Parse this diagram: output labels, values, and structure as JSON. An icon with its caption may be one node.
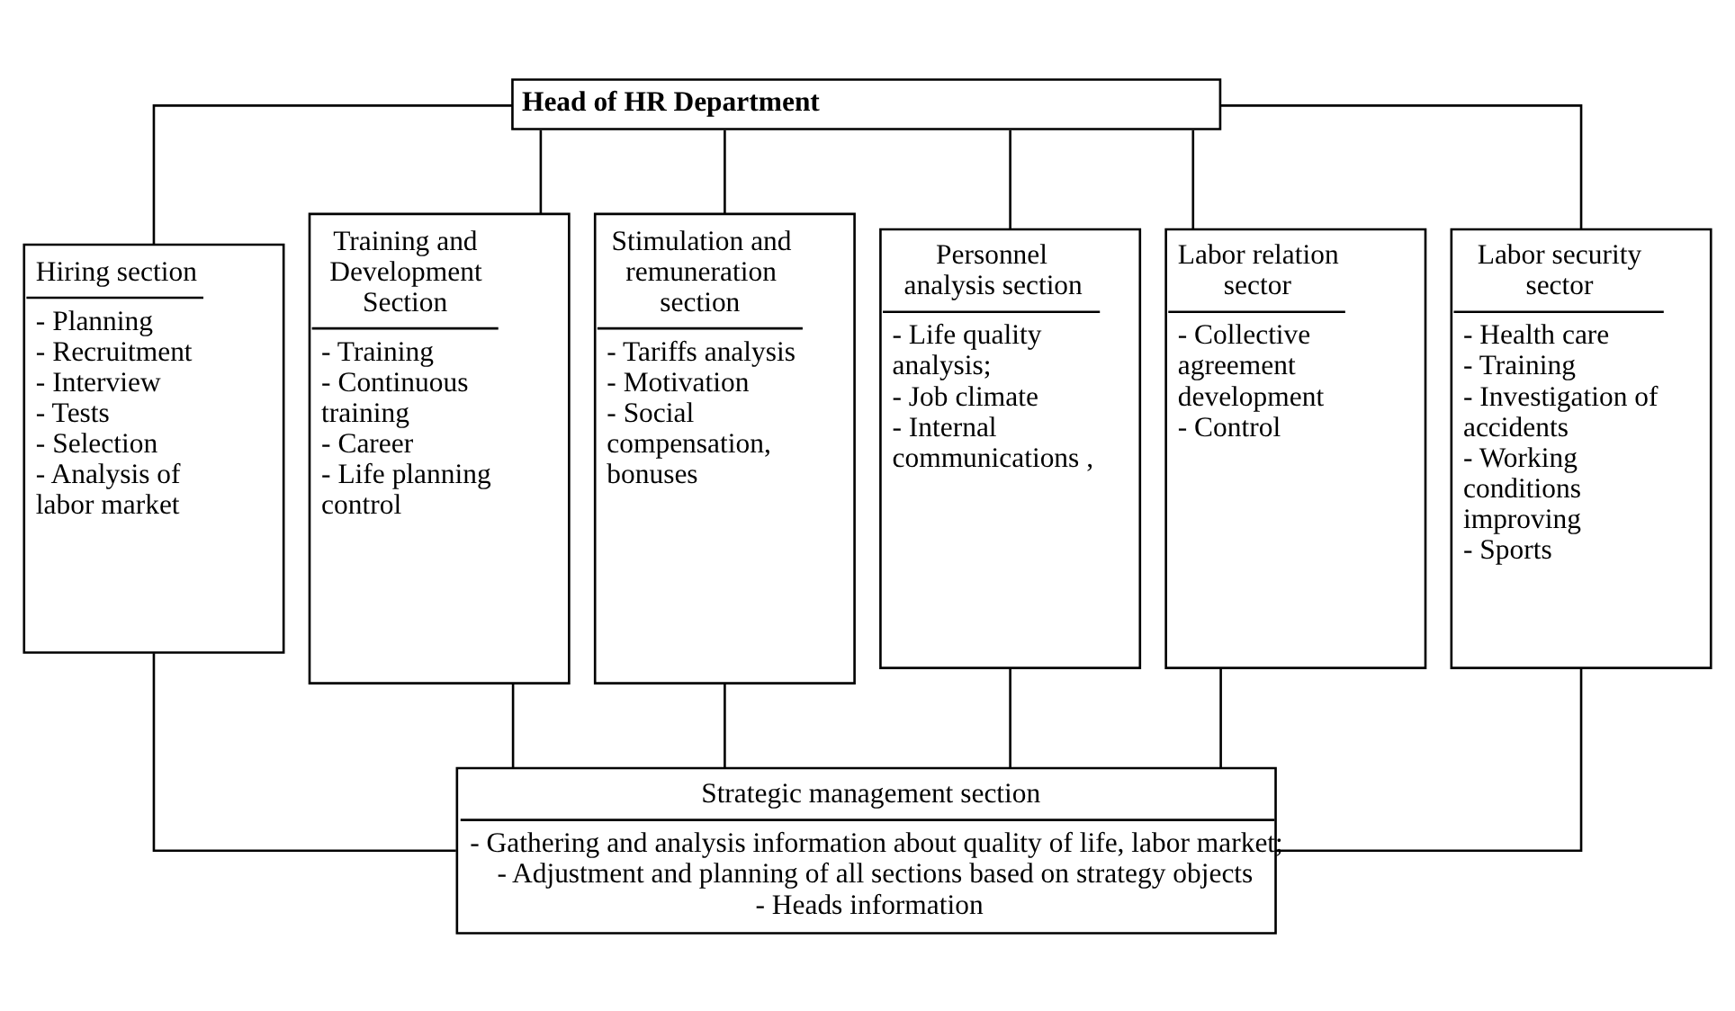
{
  "diagram": {
    "nodes": [
      {
        "text": [
          "Head of HR Department"
        ]
      },
      {
        "text": [
          "Hiring section",
          "- Planning",
          "- Recruitment",
          "- Interview",
          "- Tests",
          "- Selection",
          "- Analysis of labor market"
        ]
      },
      {
        "text": [
          "Training and Development Section",
          "- Training",
          "- Continuous training",
          "- Career",
          "- Life planning control"
        ]
      },
      {
        "text": [
          "Stimulation and remuneration section",
          "- Tariffs analysis",
          "- Motivation",
          "- Social compensation, bonuses"
        ]
      },
      {
        "text": [
          "Personnel analysis section",
          "- Life quality analysis;",
          "- Job climate",
          "- Internal communications ,"
        ]
      },
      {
        "text": [
          "Labor relation sector",
          "- Collective agreement development",
          "- Control"
        ]
      },
      {
        "text": [
          "Labor security sector",
          "- Health care",
          "- Training",
          "- Investigation of accidents",
          "- Working conditions improving",
          "- Sports"
        ]
      },
      {
        "text": [
          "Strategic management section",
          "- Gathering and analysis information about quality of life, labor market;",
          "- Adjustment and planning of all sections based on strategy objects",
          "- Heads information"
        ]
      }
    ],
    "edges": [
      {
        "from": 0,
        "to": 1,
        "arrow": "none"
      },
      {
        "from": 0,
        "to": 2,
        "arrow": "none"
      },
      {
        "from": 0,
        "to": 3,
        "arrow": "none"
      },
      {
        "from": 0,
        "to": 4,
        "arrow": "none"
      },
      {
        "from": 0,
        "to": 5,
        "arrow": "none"
      },
      {
        "from": 0,
        "to": 6,
        "arrow": "none"
      },
      {
        "from": 1,
        "to": 7,
        "arrow": "none"
      },
      {
        "from": 2,
        "to": 7,
        "arrow": "none"
      },
      {
        "from": 3,
        "to": 7,
        "arrow": "none"
      },
      {
        "from": 4,
        "to": 7,
        "arrow": "none"
      },
      {
        "from": 5,
        "to": 7,
        "arrow": "none"
      },
      {
        "from": 6,
        "to": 7,
        "arrow": "none"
      }
    ]
  }
}
